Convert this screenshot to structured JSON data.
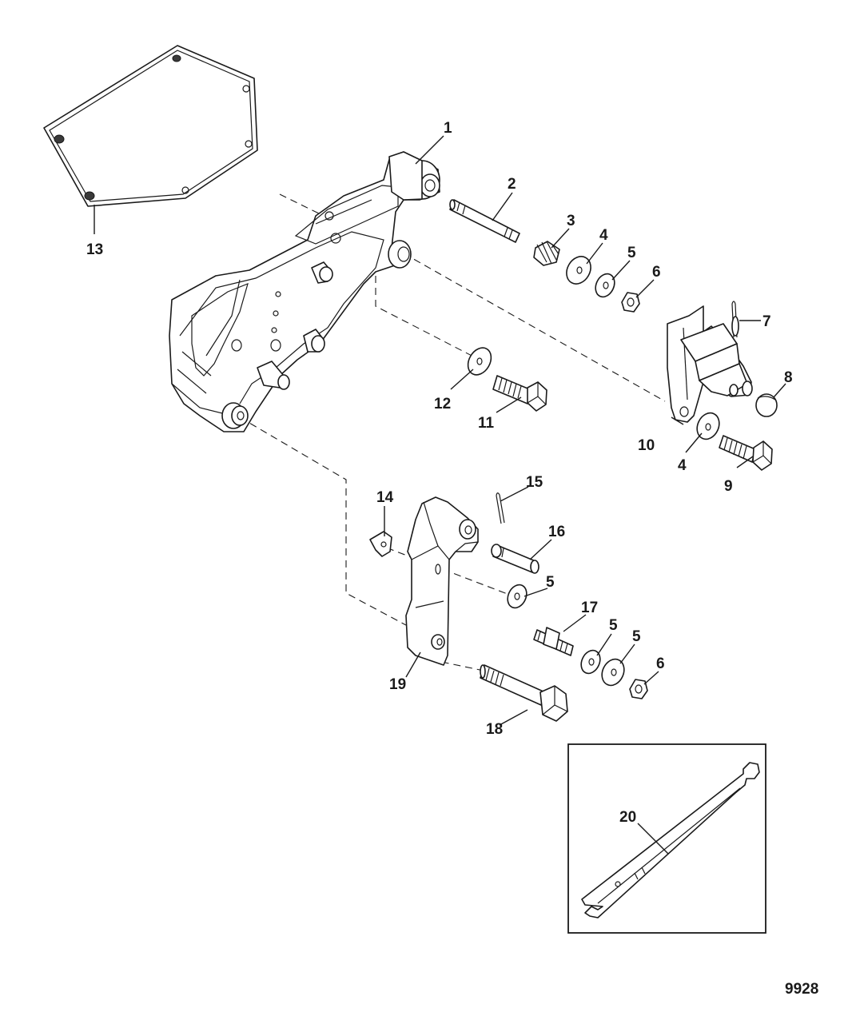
{
  "figure_number": "9928",
  "callouts": [
    {
      "id": "c1",
      "text": "1"
    },
    {
      "id": "c2",
      "text": "2"
    },
    {
      "id": "c3",
      "text": "3"
    },
    {
      "id": "c4a",
      "text": "4"
    },
    {
      "id": "c5a",
      "text": "5"
    },
    {
      "id": "c6a",
      "text": "6"
    },
    {
      "id": "c7",
      "text": "7"
    },
    {
      "id": "c8",
      "text": "8"
    },
    {
      "id": "c9",
      "text": "9"
    },
    {
      "id": "c10",
      "text": "10"
    },
    {
      "id": "c4b",
      "text": "4"
    },
    {
      "id": "c11",
      "text": "11"
    },
    {
      "id": "c12",
      "text": "12"
    },
    {
      "id": "c13",
      "text": "13"
    },
    {
      "id": "c14",
      "text": "14"
    },
    {
      "id": "c15",
      "text": "15"
    },
    {
      "id": "c16",
      "text": "16"
    },
    {
      "id": "c5b",
      "text": "5"
    },
    {
      "id": "c17",
      "text": "17"
    },
    {
      "id": "c5c",
      "text": "5"
    },
    {
      "id": "c5d",
      "text": "5"
    },
    {
      "id": "c6b",
      "text": "6"
    },
    {
      "id": "c19",
      "text": "19"
    },
    {
      "id": "c18",
      "text": "18"
    },
    {
      "id": "c20",
      "text": "20"
    }
  ]
}
